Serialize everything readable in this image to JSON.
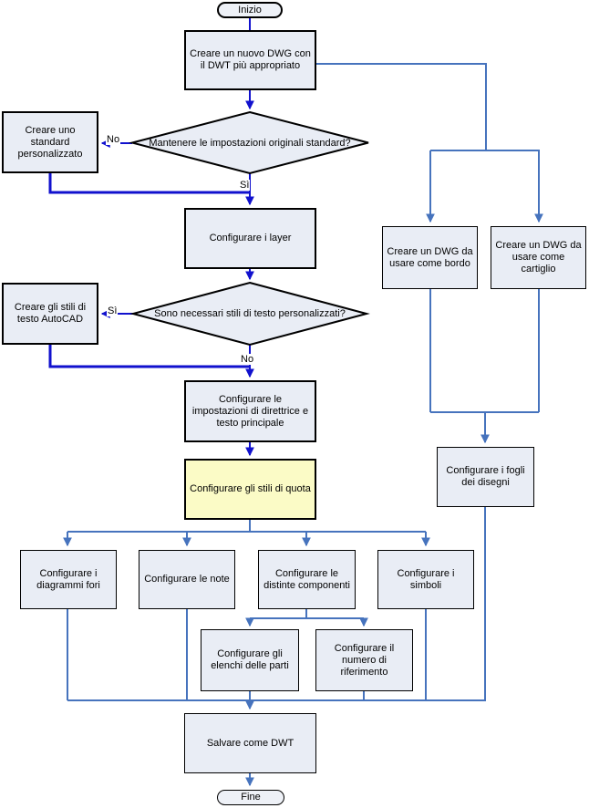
{
  "flowchart": {
    "terminators": {
      "start": "Inizio",
      "end": "Fine"
    },
    "decisions": {
      "keep_standard": "Mantenere le impostazioni originali standard?",
      "custom_text_styles": "Sono necessari stili di testo personalizzati?"
    },
    "processes": {
      "new_dwg": "Creare un nuovo DWG con il DWT più appropriato",
      "custom_standard": "Creare uno standard personalizzato",
      "layers": "Configurare i layer",
      "text_styles": "Creare gli stili di testo AutoCAD",
      "leader_text": "Configurare le impostazioni di direttrice e testo principale",
      "dim_styles": "Configurare gli stili di quota",
      "hole_charts": "Configurare i diagrammi fori",
      "notes": "Configurare le note",
      "boms": "Configurare le distinte componenti",
      "symbols": "Configurare i simboli",
      "parts_lists": "Configurare gli elenchi delle parti",
      "balloons": "Configurare il numero di riferimento",
      "border_dwg": "Creare un DWG da usare come bordo",
      "titleblock_dwg": "Creare un DWG da usare come cartiglio",
      "sheets": "Configurare i fogli dei disegni",
      "save_dwt": "Salvare come DWT"
    },
    "edge_labels": {
      "d1_no": "No",
      "d1_yes": "Sì",
      "d2_yes": "Sì",
      "d2_no": "No"
    },
    "colors": {
      "node_fill": "#E9EDF5",
      "highlight_fill": "#FBFBC6",
      "node_border": "#000000",
      "main_flow_line": "#1111CE",
      "branch_line": "#4673BD",
      "background": "#FFFFFF"
    }
  }
}
